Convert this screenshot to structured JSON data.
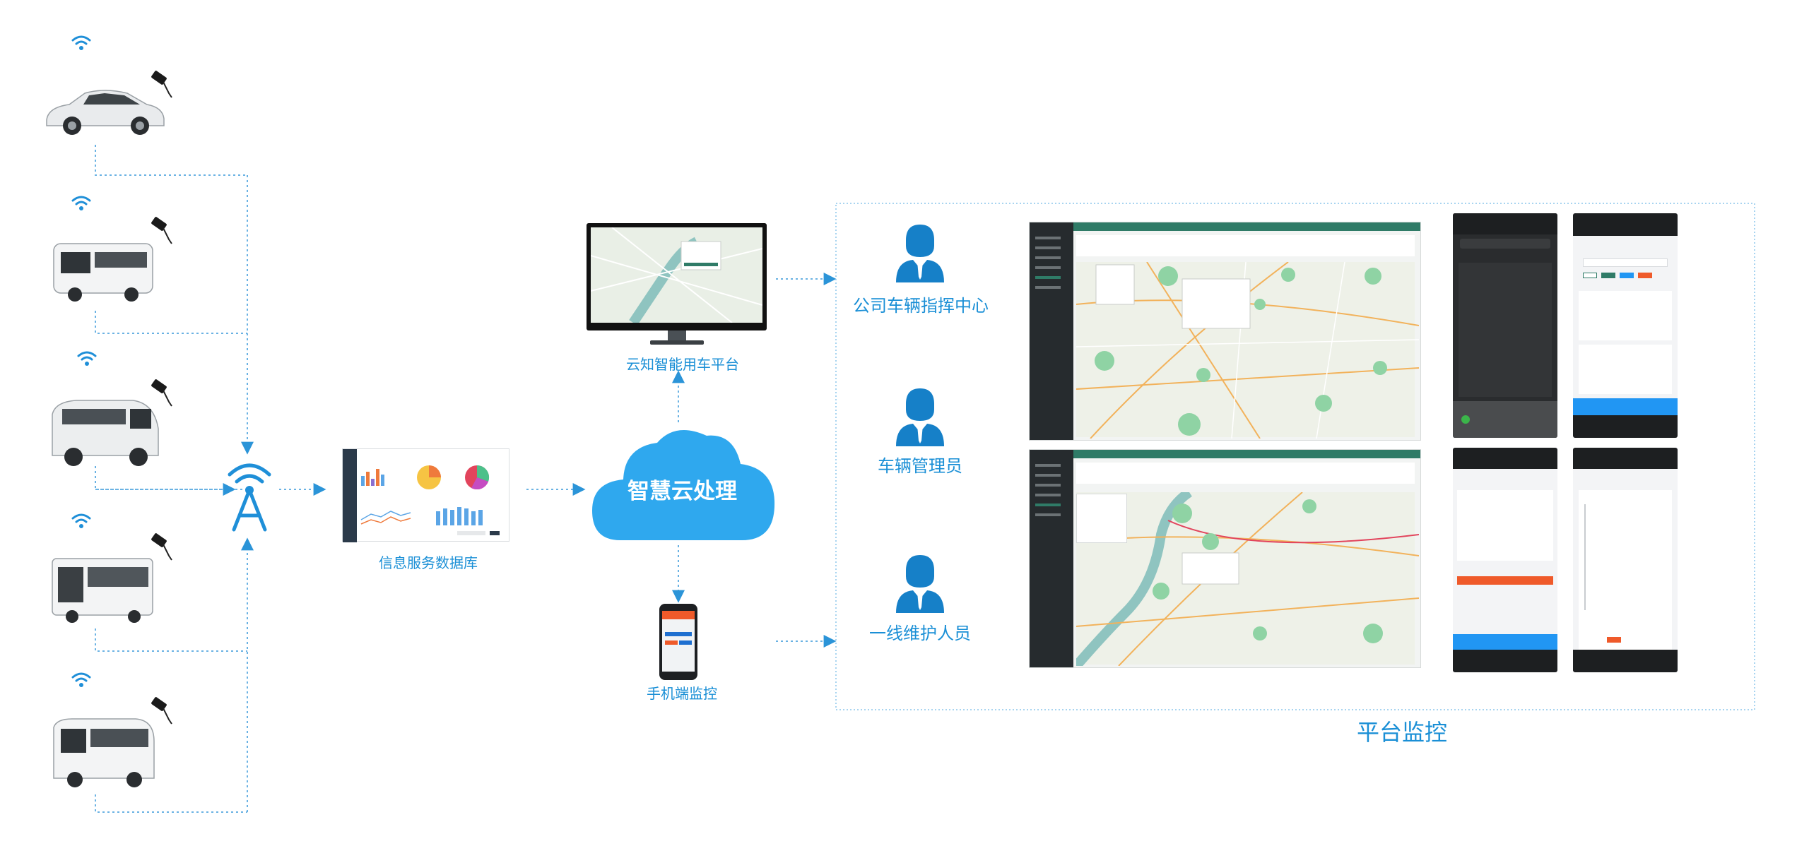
{
  "nodes": {
    "web_platform": "云知智能用车平台",
    "database": "信息服务数据库",
    "cloud": "智慧云处理",
    "mobile": "手机端监控"
  },
  "roles": {
    "command_center": "公司车辆指挥中心",
    "fleet_admin": "车辆管理员",
    "maintenance": "一线维护人员"
  },
  "platform_title": "平台监控",
  "colors": {
    "accent": "#1a8fd6",
    "cloud": "#2fa8ee",
    "dashed_line": "#6ab2e3",
    "role_icon": "#1680c8",
    "map_green": "#8fd3a4",
    "screen_sidebar": "#262b2e",
    "screen_header": "#2f7b67",
    "phone_tabbar": "#2196f3",
    "phone_button": "#ef5a2a"
  },
  "icons": [
    "wifi-icon",
    "gps-tracker-icon",
    "cell-tower-icon",
    "person-icon",
    "cloud-icon",
    "monitor-icon",
    "smartphone-icon"
  ]
}
